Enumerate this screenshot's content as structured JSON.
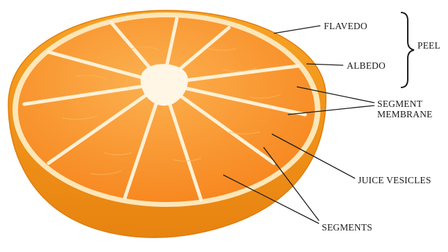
{
  "diagram": {
    "labels": {
      "flavedo": "FLAVEDO",
      "albedo": "ALBEDO",
      "peel": "PEEL",
      "segment_membrane_line1": "SEGMENT",
      "segment_membrane_line2": "MEMBRANE",
      "juice_vesicles": "JUICE VESICLES",
      "segments": "SEGMENTS"
    },
    "colors": {
      "rind_outer": "#f39a16",
      "rind_edge": "#e07c0b",
      "albedo": "#fde6b8",
      "pulp": "#f7851d",
      "pulp_light": "#fbb150",
      "membrane": "#fff1d6",
      "core": "#fff6e6",
      "leader": "#1a1a1a"
    }
  }
}
